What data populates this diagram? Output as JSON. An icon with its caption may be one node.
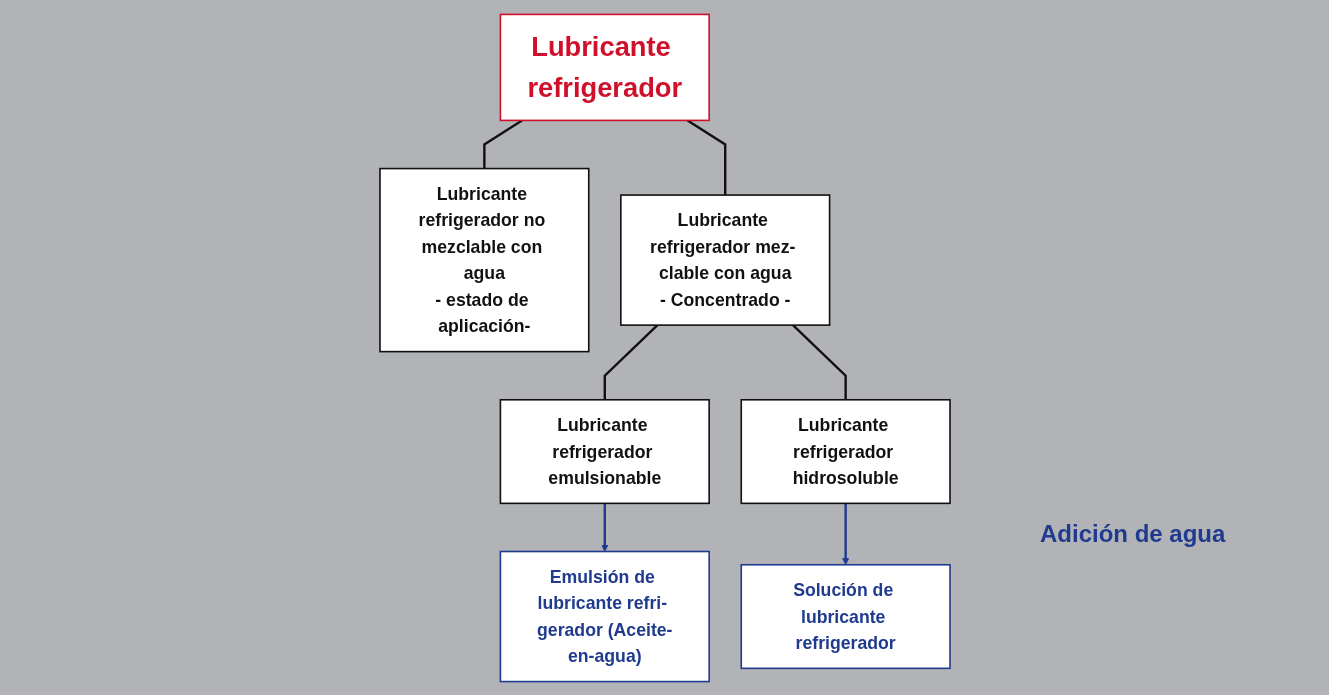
{
  "diagram": {
    "nodes": [
      {
        "text": [
          "Lubricante refrigerador"
        ]
      },
      {
        "text": [
          "Lubricante refrigerador no mezclable con agua",
          "- estado de aplicación-"
        ]
      },
      {
        "text": [
          "Lubricante refrigerador mez- clable con agua",
          "- Concentrado -"
        ]
      },
      {
        "text": [
          "Lubricante refrigerador emulsionable"
        ]
      },
      {
        "text": [
          "Lubricante refrigerador hidrosoluble"
        ]
      },
      {
        "text": [
          "Emulsión de lubricante refri- gerador (Aceite-en-agua)"
        ]
      },
      {
        "text": [
          "Solución de lubricante refrigerador"
        ]
      }
    ],
    "edges": [
      {
        "from": 0,
        "to": 1,
        "arrow": "none"
      },
      {
        "from": 0,
        "to": 2,
        "arrow": "none"
      },
      {
        "from": 2,
        "to": 3,
        "arrow": "none"
      },
      {
        "from": 2,
        "to": 4,
        "arrow": "none"
      },
      {
        "from": 3,
        "to": 5,
        "arrow": "to",
        "color": "#1f3a8f"
      },
      {
        "from": 4,
        "to": 6,
        "arrow": "to",
        "color": "#1f3a8f"
      }
    ],
    "labels": [
      "Adición de agua"
    ]
  }
}
